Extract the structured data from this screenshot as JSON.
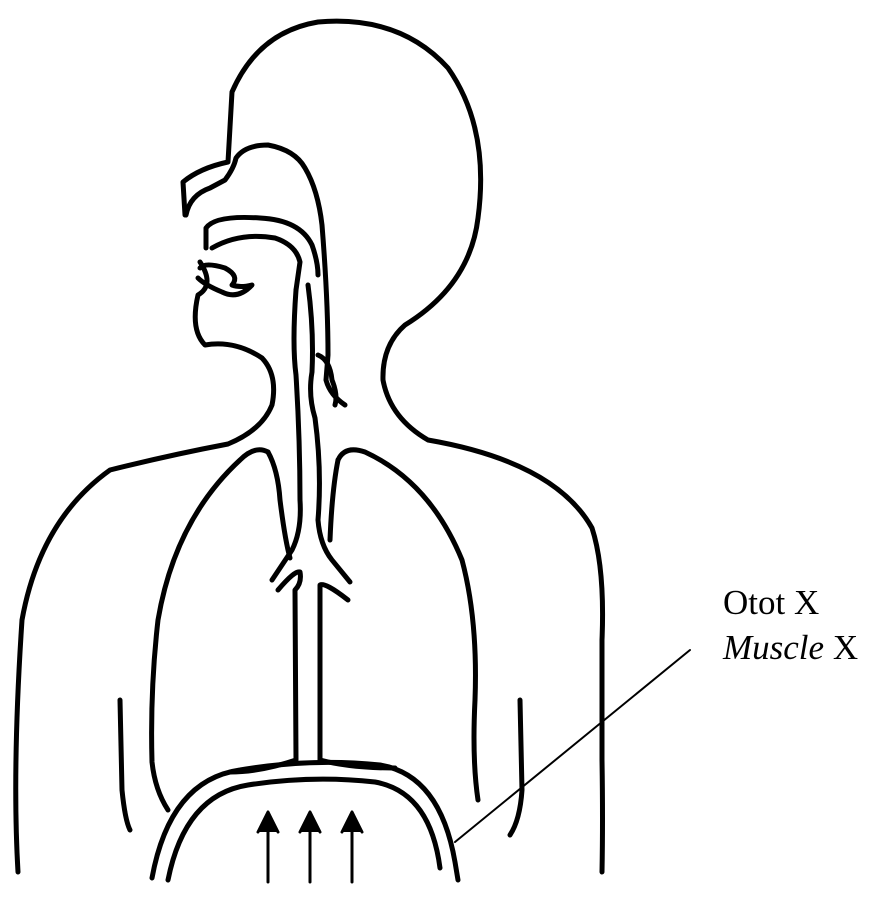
{
  "diagram": {
    "label_line1": "Otot X",
    "label_line2_italic": "Muscle",
    "label_line2_rest": " X"
  },
  "colors": {
    "stroke": "#000000",
    "background": "#ffffff"
  }
}
